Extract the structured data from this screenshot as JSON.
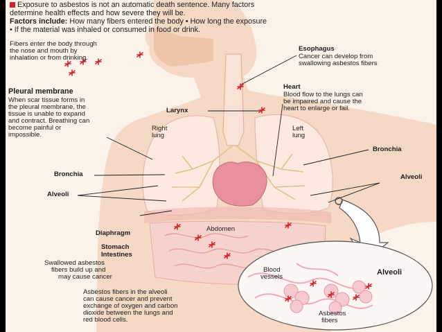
{
  "header": {
    "line1": "Exposure to asbestos is not an automatic death sentence. Many factors",
    "line2": "determine health effects and how severe they will be.",
    "line3_bold": "Factors include:",
    "line3_rest": " How many fibers entered the body • How long the exposure",
    "line4": "• If the material was inhaled or consumed in food or drink.",
    "bullet_color": "#d1232a"
  },
  "intro": {
    "lines": [
      "Fibers enter the body through",
      "the nose and mouth by",
      "inhalation or from drinking."
    ]
  },
  "pleural": {
    "title": "Pleural membrane",
    "lines": [
      "When scar tissue forms in",
      "the pleural membrane, the",
      "tissue is unable to expand",
      "and contract. Breathing can",
      "become painful or",
      "impossible."
    ]
  },
  "esophagus": {
    "title": "Esophagus",
    "lines": [
      "Cancer can develop from",
      "swallowing asbestos fibers"
    ]
  },
  "heart": {
    "title": "Heart",
    "lines": [
      "Blood flow to the lungs can",
      "be impaired and cause the",
      "heart to enlarge or fail."
    ]
  },
  "labels": {
    "larynx": "Larynx",
    "right_lung": [
      "Right",
      "lung"
    ],
    "left_lung": [
      "Left",
      "lung"
    ],
    "bronchia_right": "Bronchia",
    "bronchia_left": "Bronchia",
    "alveoli_left": "Alveoli",
    "alveoli_right": "Alveoli",
    "diaphragm": "Diaphragm",
    "abdomen": "Abdomen",
    "stomach": "Stomach",
    "intestines": "Intestines"
  },
  "swallowed": {
    "lines": [
      "Swallowed asbestos",
      "fibers build up and",
      "may cause cancer"
    ]
  },
  "alveoli_note": {
    "lines": [
      "Asbestos fibers in the alveoli",
      "can cause cancer and prevent",
      "exchange of oxygen and carbon",
      "dioxide between the lungs and",
      "red blood cells."
    ]
  },
  "inset": {
    "title": "Alveoli",
    "blood_vessels": [
      "Blood",
      "vessels"
    ],
    "asbestos_fibers": [
      "Asbestos",
      "fibers"
    ]
  },
  "colors": {
    "background": "#fbf3ea",
    "body": "#f2cdb4",
    "lung": "#fde7dc",
    "heart": "#e98d9a",
    "fiber": "#d1232a",
    "bronchia": "#e8cf9a"
  }
}
